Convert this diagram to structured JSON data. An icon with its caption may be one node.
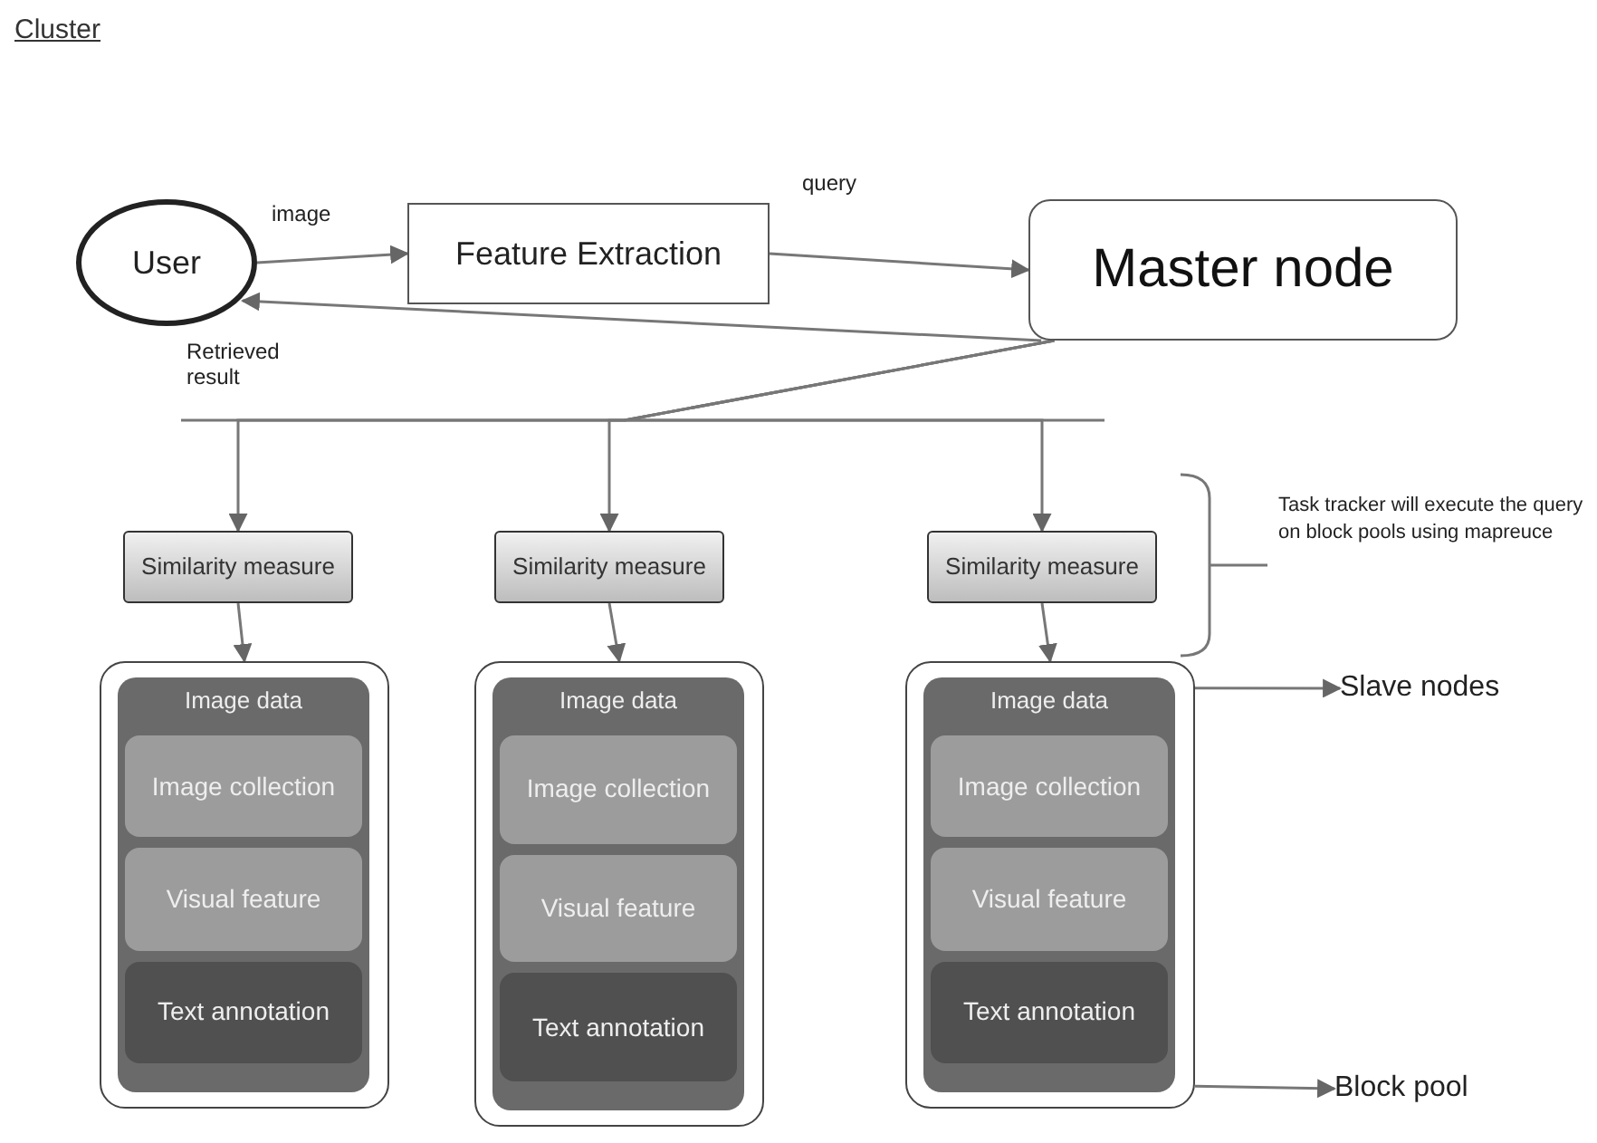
{
  "diagram": {
    "title": "Cluster",
    "nodes": [
      {
        "text": [
          "User"
        ]
      },
      {
        "text": [
          "Feature Extraction"
        ]
      },
      {
        "text": [
          "Master node"
        ]
      },
      {
        "text": [
          "Similarity measure"
        ]
      },
      {
        "text": [
          "Similarity measure"
        ]
      },
      {
        "text": [
          "Similarity measure"
        ]
      },
      {
        "text": [],
        "shape": "box"
      },
      {
        "text": [
          "Image data"
        ],
        "in": 6
      },
      {
        "text": [
          "Image collection"
        ],
        "in": 7
      },
      {
        "text": [
          "Visual feature"
        ],
        "in": 7
      },
      {
        "text": [
          "Text annotation"
        ],
        "in": 7
      },
      {
        "text": [],
        "shape": "box"
      },
      {
        "text": [
          "Image data"
        ],
        "in": 11
      },
      {
        "text": [
          "Image collection"
        ],
        "in": 12
      },
      {
        "text": [
          "Visual feature"
        ],
        "in": 12
      },
      {
        "text": [
          "Text annotation"
        ],
        "in": 12
      },
      {
        "text": [],
        "shape": "box"
      },
      {
        "text": [
          "Image data"
        ],
        "in": 16
      },
      {
        "text": [
          "Image collection"
        ],
        "in": 17
      },
      {
        "text": [
          "Visual feature"
        ],
        "in": 17
      },
      {
        "text": [
          "Text annotation"
        ],
        "in": 17
      },
      {
        "text": [
          "Slave nodes"
        ]
      },
      {
        "text": [
          "Block pool"
        ]
      }
    ],
    "edges": [
      {
        "from": 0,
        "to": 1,
        "arrow": "to",
        "label": "image"
      },
      {
        "from": 1,
        "to": 2,
        "arrow": "to",
        "label": "query"
      },
      {
        "from": 2,
        "to": 0,
        "arrow": "to",
        "label": "Retrieved result"
      },
      {
        "from": 2,
        "to": 3,
        "arrow": "to"
      },
      {
        "from": 2,
        "to": 4,
        "arrow": "to"
      },
      {
        "from": 2,
        "to": 5,
        "arrow": "to"
      },
      {
        "from": 3,
        "to": 6,
        "arrow": "to"
      },
      {
        "from": 4,
        "to": 11,
        "arrow": "to"
      },
      {
        "from": 5,
        "to": 16,
        "arrow": "to"
      },
      {
        "from": 16,
        "to": 21,
        "arrow": "to"
      },
      {
        "from": 16,
        "to": 22,
        "arrow": "to"
      }
    ],
    "labels": [
      "Task tracker will execute the query on block pools using mapreuce"
    ]
  }
}
